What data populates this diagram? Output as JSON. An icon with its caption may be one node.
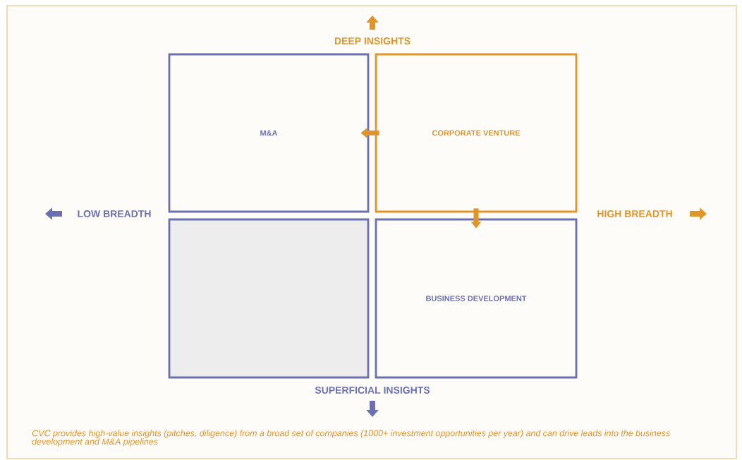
{
  "diagram": {
    "caption": "CVC provides high-value insights (pitches, diligence) from a broad set of companies (1000+ investment opportunities per year) and can drive leads into the business development and M&A pipelines",
    "nodes": [
      {
        "text": [
          "M&A"
        ]
      },
      {
        "text": [
          "CORPORATE VENTURE"
        ]
      },
      {
        "text": [],
        "shape": "box"
      },
      {
        "text": [
          "BUSINESS DEVELOPMENT"
        ]
      }
    ],
    "edges": [
      {
        "from": 1,
        "to": 0,
        "arrow": "to"
      },
      {
        "from": 1,
        "to": 3,
        "arrow": "to"
      }
    ],
    "labels": [
      "DEEP INSIGHTS",
      "LOW BREADTH",
      "HIGH BREADTH",
      "SUPERFICIAL INSIGHTS"
    ]
  }
}
